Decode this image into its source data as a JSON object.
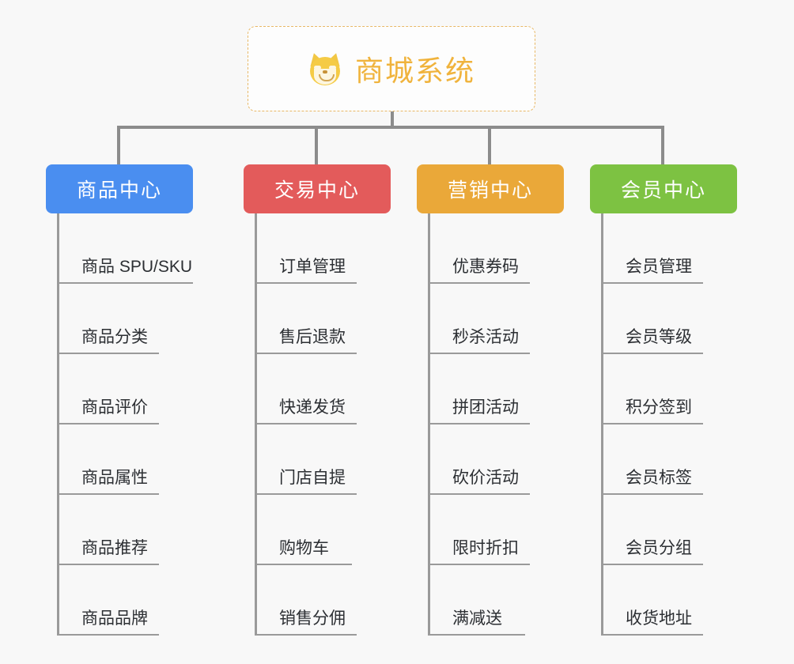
{
  "page": {
    "background_color": "#f8f8f8",
    "diagram_type": "org-chart"
  },
  "root": {
    "icon": "shiba-dog-face-icon",
    "title": "商城系统",
    "text_color": "#f0b33c",
    "border_color": "#e8b866"
  },
  "connector_color": "#8c8c8c",
  "branches": [
    {
      "id": "product-center",
      "label": "商品中心",
      "color": "#4a8ef0",
      "items": [
        "商品 SPU/SKU",
        "商品分类",
        "商品评价",
        "商品属性",
        "商品推荐",
        "商品品牌"
      ]
    },
    {
      "id": "trade-center",
      "label": "交易中心",
      "color": "#e35b5b",
      "items": [
        "订单管理",
        "售后退款",
        "快递发货",
        "门店自提",
        "购物车",
        "销售分佣"
      ]
    },
    {
      "id": "marketing-center",
      "label": "营销中心",
      "color": "#eaa839",
      "items": [
        "优惠券码",
        "秒杀活动",
        "拼团活动",
        "砍价活动",
        "限时折扣",
        "满减送"
      ]
    },
    {
      "id": "member-center",
      "label": "会员中心",
      "color": "#7dc242",
      "items": [
        "会员管理",
        "会员等级",
        "积分签到",
        "会员标签",
        "会员分组",
        "收货地址"
      ]
    }
  ]
}
